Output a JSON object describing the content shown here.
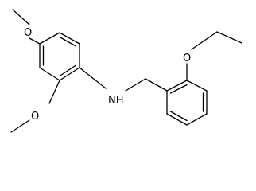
{
  "molecule": {
    "atom_labels": {
      "o_methoxy_top": "O",
      "o_methoxy_bottom": "O",
      "nh": "NH",
      "o_ethoxy": "O"
    },
    "bond_color": "#000000",
    "label_color": "#000000"
  }
}
